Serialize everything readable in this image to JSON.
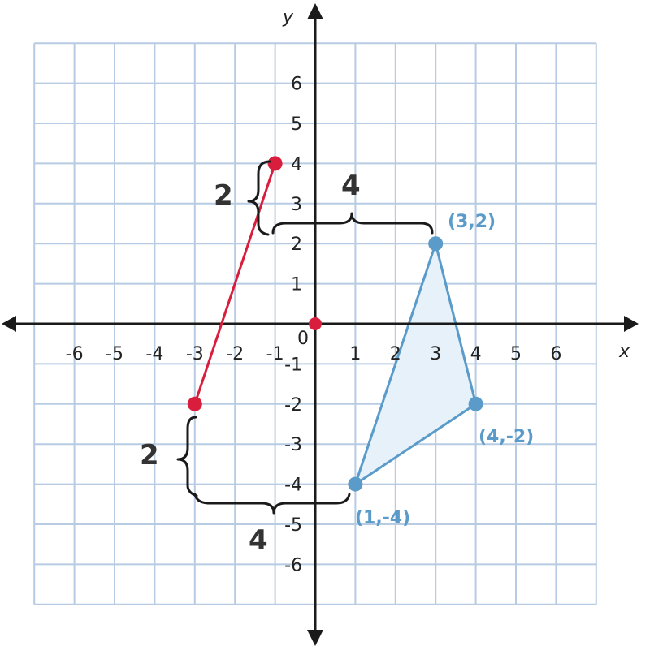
{
  "colors": {
    "grid": "#b7cbe3",
    "axis": "#1a1a1a",
    "segment": "#d81e3c",
    "triangle": "#5a9bc9",
    "triangle_fill": "#e6f1f9",
    "brace": "#1a1a1a"
  },
  "axes": {
    "x_name": "x",
    "y_name": "y",
    "origin_label": "0",
    "x_ticks": [
      {
        "value": -6,
        "label": "-6"
      },
      {
        "value": -5,
        "label": "-5"
      },
      {
        "value": -4,
        "label": "-4"
      },
      {
        "value": -3,
        "label": "-3"
      },
      {
        "value": -2,
        "label": "-2"
      },
      {
        "value": -1,
        "label": "-1"
      },
      {
        "value": 1,
        "label": "1"
      },
      {
        "value": 2,
        "label": "2"
      },
      {
        "value": 3,
        "label": "3"
      },
      {
        "value": 4,
        "label": "4"
      },
      {
        "value": 5,
        "label": "5"
      },
      {
        "value": 6,
        "label": "6"
      }
    ],
    "y_ticks": [
      {
        "value": 6,
        "label": "6"
      },
      {
        "value": 5,
        "label": "5"
      },
      {
        "value": 4,
        "label": "4"
      },
      {
        "value": 3,
        "label": "3"
      },
      {
        "value": 2,
        "label": "2"
      },
      {
        "value": 1,
        "label": "1"
      },
      {
        "value": -1,
        "label": "-1"
      },
      {
        "value": -2,
        "label": "-2"
      },
      {
        "value": -3,
        "label": "-3"
      },
      {
        "value": -4,
        "label": "-4"
      },
      {
        "value": -5,
        "label": "-5"
      },
      {
        "value": -6,
        "label": "-6"
      }
    ],
    "grid_range": [
      -7,
      7
    ]
  },
  "segment": {
    "points": [
      {
        "name": "start",
        "x": -3,
        "y": -2
      },
      {
        "name": "end",
        "x": -1,
        "y": 4
      }
    ],
    "origin_dot": {
      "x": 0,
      "y": 0
    }
  },
  "triangle": {
    "vertices": [
      {
        "x": 3,
        "y": 2,
        "label": "(3,2)"
      },
      {
        "x": 4,
        "y": -2,
        "label": "(4,-2)"
      },
      {
        "x": 1,
        "y": -4,
        "label": "(1,-4)"
      }
    ]
  },
  "braces": {
    "upper_vertical_label": "2",
    "upper_horizontal_label": "4",
    "lower_vertical_label": "2",
    "lower_horizontal_label": "4"
  }
}
